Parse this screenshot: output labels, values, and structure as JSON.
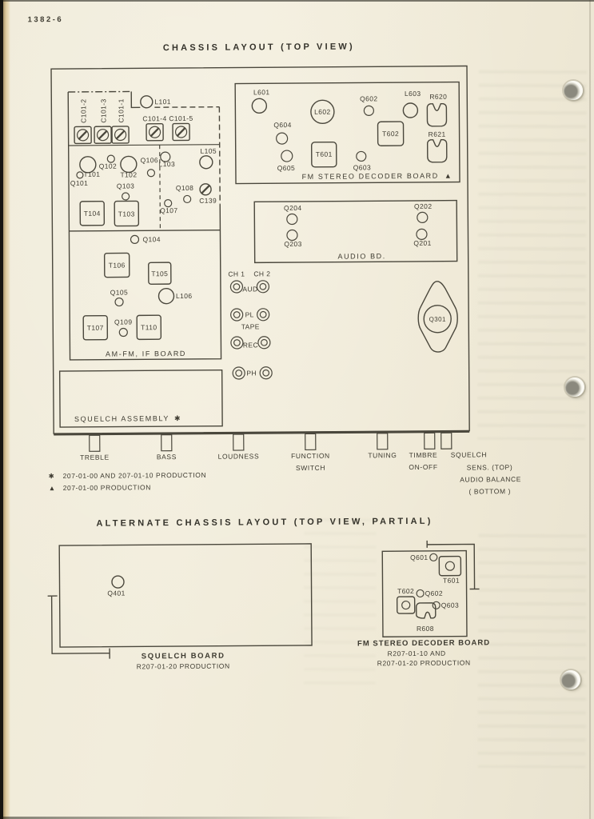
{
  "page": {
    "number": "1382-6",
    "title_main": "CHASSIS LAYOUT (TOP VIEW)",
    "title_alt": "ALTERNATE CHASSIS LAYOUT (TOP VIEW, PARTIAL)",
    "paper_color": "#f0ebd9",
    "ink_color": "#3e3b31"
  },
  "chassis": {
    "if_board": {
      "label": "AM-FM, IF BOARD",
      "l101": "L101",
      "c101_2": "C101-2",
      "c101_3": "C101-3",
      "c101_1": "C101-1",
      "c101_4": "C101-4",
      "c101_5": "C101-5",
      "l105": "L105",
      "q101": "Q101",
      "t101": "T101",
      "q102": "Q102",
      "t102": "T102",
      "q106": "Q106",
      "l103": "L103",
      "q103": "Q103",
      "q108": "Q108",
      "c139": "C139",
      "q107": "Q107",
      "t104": "T104",
      "t103": "T103",
      "q104": "Q104",
      "t106": "T106",
      "t105": "T105",
      "q105": "Q105",
      "l106": "L106",
      "t107": "T107",
      "q109": "Q109",
      "t110": "T110"
    },
    "fm_decoder": {
      "label": "FM STEREO DECODER BOARD",
      "marker": "▲",
      "l601": "L601",
      "l602": "L602",
      "q602": "Q602",
      "l603": "L603",
      "r620": "R620",
      "q604": "Q604",
      "t602": "T602",
      "r621": "R621",
      "t601": "T601",
      "q605": "Q605",
      "q603": "Q603"
    },
    "audio_board": {
      "label": "AUDIO BD.",
      "q204": "Q204",
      "q202": "Q202",
      "q203": "Q203",
      "q201": "Q201"
    },
    "squelch_assembly": {
      "label": "SQUELCH ASSEMBLY",
      "marker": "✱"
    },
    "q301": "Q301",
    "jacks": {
      "ch1": "CH 1",
      "ch2": "CH 2",
      "aud": "AUD",
      "pl": "PL",
      "tape": "TAPE",
      "rec": "REC",
      "ph": "PH"
    },
    "controls": {
      "treble": "TREBLE",
      "bass": "BASS",
      "loudness": "LOUDNESS",
      "function_1": "FUNCTION",
      "function_2": "SWITCH",
      "tuning": "TUNING",
      "timbre_1": "TIMBRE",
      "timbre_2": "ON-OFF",
      "squelch_1": "SQUELCH",
      "squelch_2": "SENS. (TOP)",
      "squelch_3": "AUDIO BALANCE",
      "squelch_4": "( BOTTOM )"
    }
  },
  "footnotes": [
    {
      "marker": "✱",
      "text": "207-01-00 AND 207-01-10 PRODUCTION"
    },
    {
      "marker": "▲",
      "text": "207-01-00 PRODUCTION"
    }
  ],
  "alt_layout": {
    "squelch_board": {
      "q401": "Q401",
      "label": "SQUELCH BOARD",
      "production": "R207-01-20 PRODUCTION"
    },
    "fm_decoder": {
      "q601": "Q601",
      "t601": "T601",
      "t602": "T602",
      "q602": "Q602",
      "q603": "Q603",
      "r608": "R608",
      "label": "FM STEREO DECODER BOARD",
      "production_1": "R207-01-10 AND",
      "production_2": "R207-01-20 PRODUCTION"
    }
  }
}
